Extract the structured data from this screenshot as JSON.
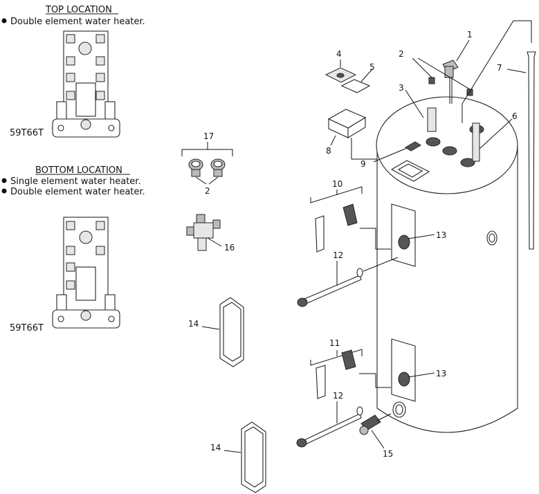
{
  "legend": {
    "top_location": {
      "heading": "TOP LOCATION",
      "bullets": [
        "Double element water heater."
      ],
      "model": "59T66T"
    },
    "bottom_location": {
      "heading": "BOTTOM LOCATION",
      "bullets": [
        "Single element water heater.",
        "Double element water heater."
      ],
      "model": "59T66T"
    }
  },
  "callouts": [
    "1",
    "2",
    "3",
    "4",
    "5",
    "6",
    "7",
    "8",
    "9",
    "10",
    "11",
    "12",
    "12",
    "13",
    "13",
    "14",
    "14",
    "15",
    "16",
    "17",
    "2"
  ],
  "colors": {
    "line": "#111111",
    "part_fill": "#ffffff",
    "shade": "#555555"
  }
}
